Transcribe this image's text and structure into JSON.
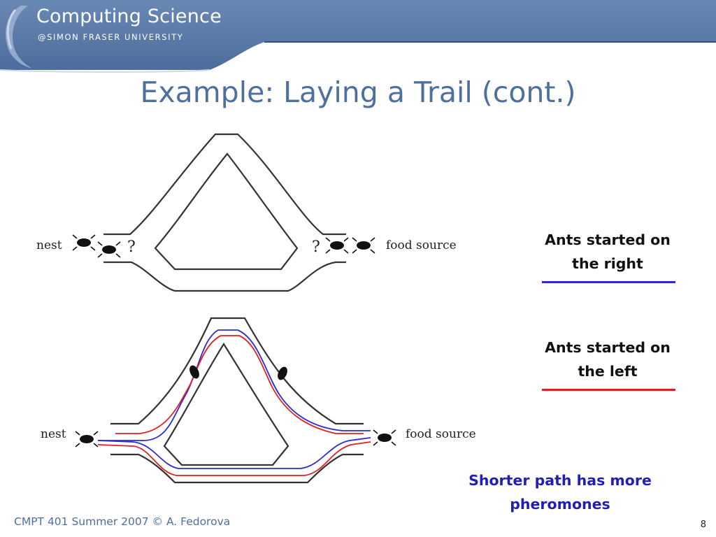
{
  "header": {
    "brand_name": "Computing Science",
    "brand_sub": "@SIMON FRASER UNIVERSITY"
  },
  "slide": {
    "title": "Example: Laying a Trail (cont.)"
  },
  "figure": {
    "top": {
      "nest_label": "nest",
      "food_label": "food source",
      "question_mark": "?"
    },
    "bottom": {
      "nest_label": "nest",
      "food_label": "food source"
    }
  },
  "legend": {
    "right_label_line1": "Ants started on",
    "right_label_line2": "the right",
    "right_color": "#2b2bd6",
    "left_label_line1": "Ants started on",
    "left_label_line2": "the left",
    "left_color": "#e02020"
  },
  "note": {
    "line1": "Shorter path has more",
    "line2": "pheromones"
  },
  "footer": {
    "course": "CMPT 401 Summer 2007  © A. Fedorova",
    "page": "8"
  },
  "colors": {
    "banner": "#5b7ba9",
    "title": "#4f6f9f",
    "note": "#1f1fb8"
  }
}
